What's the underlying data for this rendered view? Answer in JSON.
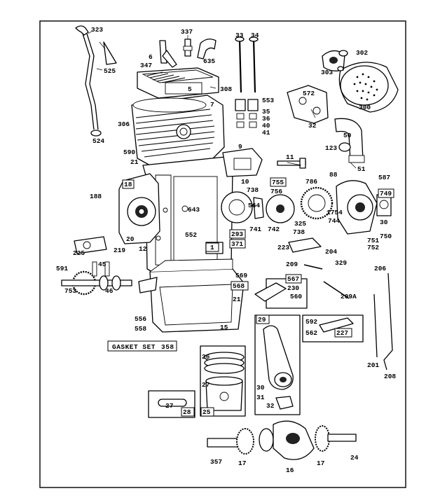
{
  "gasket_set": {
    "text": "GASKET SET",
    "number": "358"
  },
  "labels": {
    "l323": "323",
    "l525": "525",
    "l524": "524",
    "l590": "590",
    "l21a": "21",
    "l306": "306",
    "l308": "308",
    "l5": "5",
    "l7": "7",
    "l347": "347",
    "l6": "6",
    "l337": "337",
    "l635": "635",
    "l33": "33",
    "l34": "34",
    "l553": "553",
    "l35": "35",
    "l36": "36",
    "l40": "40",
    "l41": "41",
    "l9": "9",
    "l11": "11",
    "l10": "10",
    "l572": "572",
    "l32": "32",
    "l302": "302",
    "l303": "303",
    "l300": "300",
    "l50": "50",
    "l123": "123",
    "l51": "51",
    "l188": "188",
    "l18": "18",
    "l20": "20",
    "l12": "12",
    "l643": "643",
    "l552": "552",
    "l1": "1",
    "l738a": "738",
    "l564": "564",
    "l293": "293",
    "l371": "371",
    "l741": "741",
    "l755": "755",
    "l756": "756",
    "l742": "742",
    "l325": "325",
    "l738b": "738",
    "l88": "88",
    "l786": "786",
    "l1754": "1754",
    "l744": "744",
    "l587": "587",
    "l749": "749",
    "l30": "30",
    "l750": "750",
    "l751": "751",
    "l752": "752",
    "l225": "225",
    "l219": "219",
    "l223": "223",
    "l204": "204",
    "l329": "329",
    "l591": "591",
    "l45": "45",
    "l753": "753",
    "l46": "46",
    "l569": "569",
    "l568": "568",
    "l21b": "21",
    "l556": "556",
    "l558": "558",
    "l15": "15",
    "l209": "209",
    "l567": "567",
    "l230": "230",
    "l560": "560",
    "l209a": "209A",
    "l206": "206",
    "l29": "29",
    "l592": "592",
    "l562": "562",
    "l227": "227",
    "l26": "26",
    "l27a": "27",
    "l25": "25",
    "l27b": "27",
    "l28": "28",
    "l30b": "30",
    "l31": "31",
    "l32b": "32",
    "l201": "201",
    "l208": "208",
    "l357": "357",
    "l17a": "17",
    "l16": "16",
    "l17b": "17",
    "l24": "24"
  }
}
